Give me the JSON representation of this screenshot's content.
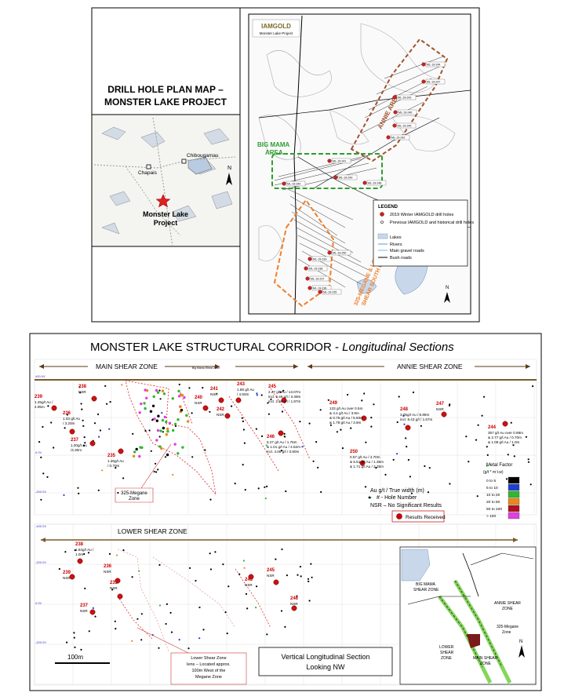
{
  "top_panel": {
    "title_line1": "DRILL HOLE PLAN MAP –",
    "title_line2": "MONSTER LAKE PROJECT",
    "inset_map": {
      "towns": [
        "Chibougamau",
        "Chapais"
      ],
      "project_label_1": "Monster Lake",
      "project_label_2": "Project",
      "north": "N"
    },
    "plan_map": {
      "logo": "IAMGOLD",
      "logo_sub": "Monster Lake Project",
      "area_annie": "ANNIE AREA",
      "area_bigmama_1": "BIG MAMA",
      "area_bigmama_2": "AREA",
      "area_megane_1": "325-MEGANE & LOWER",
      "area_megane_2": "SHEAR SOUTH EXTENSION",
      "hole_labels": [
        "ML-19-244",
        "ML-19-247",
        "ML-19-243",
        "ML-19-246",
        "ML-19-245",
        "ML-19-242",
        "ML-19-241",
        "ML-19-248",
        "ML-19-249",
        "ML-19-240",
        "ML-19-250",
        "ML-19-239",
        "ML-19-238",
        "ML-19-237",
        "ML-19-236",
        "ML-19-235"
      ],
      "north": "N",
      "legend": {
        "title": "LEGEND",
        "items": [
          "2019 Winter IAMGOLD drill holes",
          "Previous IAMGOLD and historical drill holes",
          "Lakes",
          "Rivers",
          "Main gravel roads",
          "Bush roads"
        ]
      },
      "colors": {
        "annie": "#a0522d",
        "bigmama": "#2e9e2e",
        "megane": "#f07f2a",
        "drill": "#cc2222"
      }
    }
  },
  "bottom_panel": {
    "title_main": "MONSTER LAKE STRUCTURAL CORRIDOR - ",
    "title_italic": "Longitudinal Sections",
    "main_shear": "MAIN SHEAR ZONE",
    "annie_shear": "ANNIE SHEAR ZONE",
    "lower_shear": "LOWER SHEAR ZONE",
    "boundary_note": "Big Mama Shear Zone",
    "elev_labels": [
      "400.0V",
      "0.0V",
      "-200.0V",
      "-400.0V",
      "-200.0V",
      "0.0V",
      "-200.0V"
    ],
    "intercepts": [
      {
        "hole": "239",
        "text": [
          "1.25g/t Au /",
          "4.95m"
        ]
      },
      {
        "hole": "238",
        "text": [
          "NSR"
        ]
      },
      {
        "hole": "236",
        "text": [
          "1.03 g/t Au",
          "/ 3.20m"
        ]
      },
      {
        "hole": "237",
        "text": [
          "1.20g/t Au",
          "/4.30m"
        ]
      },
      {
        "hole": "235",
        "text": [
          "1.26g/t Au",
          "/ 0.70m"
        ]
      },
      {
        "hole": "240",
        "text": [
          "NSR"
        ]
      },
      {
        "hole": "241",
        "text": [
          "NSR"
        ]
      },
      {
        "hole": "242",
        "text": [
          "NSR"
        ]
      },
      {
        "hole": "243",
        "text": [
          "1.88 g/t Au",
          "/ 4.50m"
        ]
      },
      {
        "hole": "245",
        "text": [
          "2.27 g/t Au / 13.07m",
          "incl. 6.46 g/t / 3.39m",
          "incl. 2.66 g/t / 1.87m"
        ]
      },
      {
        "hole": "246",
        "text": [
          "5.27 g/t Au / 1.75m",
          "& 1.01 g/t Au / 4.52m",
          "incl. 4.08 g/t / 0.80m"
        ]
      },
      {
        "hole": "249",
        "text": [
          "133 g/t Au over 0.5m",
          "& 4.4 g/t Au / 3.9m",
          "& 0.75 g/t Au / 5.93m",
          "& 1.78 g/t Au / 3.9m"
        ]
      },
      {
        "hole": "250",
        "text": [
          "0.57 g/t Au / 4.70m",
          "& 5.51 g/t Au / 1.35m",
          "& 1.71 g/t Au / 2.25m"
        ]
      },
      {
        "hole": "248",
        "text": [
          "3.05g/t Au / 8.89m",
          "incl. 8.43 g/t / 1.67m"
        ]
      },
      {
        "hole": "247",
        "text": [
          "NSR"
        ]
      },
      {
        "hole": "244",
        "text": [
          "357 g/t Au over 0.88m",
          "& 2.77 g/t Au / 0.70m",
          "& 1.08 g/t Au / 1.0m"
        ]
      }
    ],
    "megane_zone": [
      "325-Megane",
      "Zone"
    ],
    "legend_key": {
      "line1": "Au g/t / True width (m)",
      "line2": "# - Hole Number",
      "line3": "NSR – No Significant Results",
      "button": "Results Received"
    },
    "metal_factor": {
      "title_1": "Metal Factor",
      "title_2": "(g/t * m t.w)",
      "bins": [
        {
          "label": "0 to 5",
          "color": "#000000"
        },
        {
          "label": "5 to 10",
          "color": "#1f3fd0"
        },
        {
          "label": "10 to 20",
          "color": "#2fb82f"
        },
        {
          "label": "20 to 50",
          "color": "#e88a1a"
        },
        {
          "label": "50 to 100",
          "color": "#b01020"
        },
        {
          "label": "> 100",
          "color": "#e040e0"
        }
      ]
    },
    "lower_intercepts": [
      {
        "hole": "238",
        "text": [
          "1.84g/t Au /",
          "1.0m"
        ]
      },
      {
        "hole": "239",
        "text": [
          "NSR"
        ]
      },
      {
        "hole": "236",
        "text": [
          "NSR"
        ]
      },
      {
        "hole": "235",
        "text": [
          "NSR"
        ]
      },
      {
        "hole": "237",
        "text": [
          "NSR"
        ]
      },
      {
        "hole": "243",
        "text": [
          "NSR"
        ]
      },
      {
        "hole": "245",
        "text": [
          "NSR"
        ]
      },
      {
        "hole": "246",
        "text": [
          "NSR"
        ]
      }
    ],
    "scale": "100m",
    "lower_note": [
      "Lower Shear Zone",
      "lens – Located approx.",
      "100m West of the",
      "Megane Zone"
    ],
    "section_title": [
      "Vertical Longitudinal Section",
      "Looking NW"
    ],
    "inset": {
      "bigmama": [
        "BIG MAMA",
        "SHEAR ZONE"
      ],
      "annie": [
        "ANNIE SHEAR",
        "ZONE"
      ],
      "megane": [
        "325-Megane",
        "Zone"
      ],
      "lower": [
        "LOWER",
        "SHEAR",
        "ZONE"
      ],
      "main": [
        "MAIN SHEAR",
        "ZONE"
      ],
      "north": "N"
    }
  }
}
